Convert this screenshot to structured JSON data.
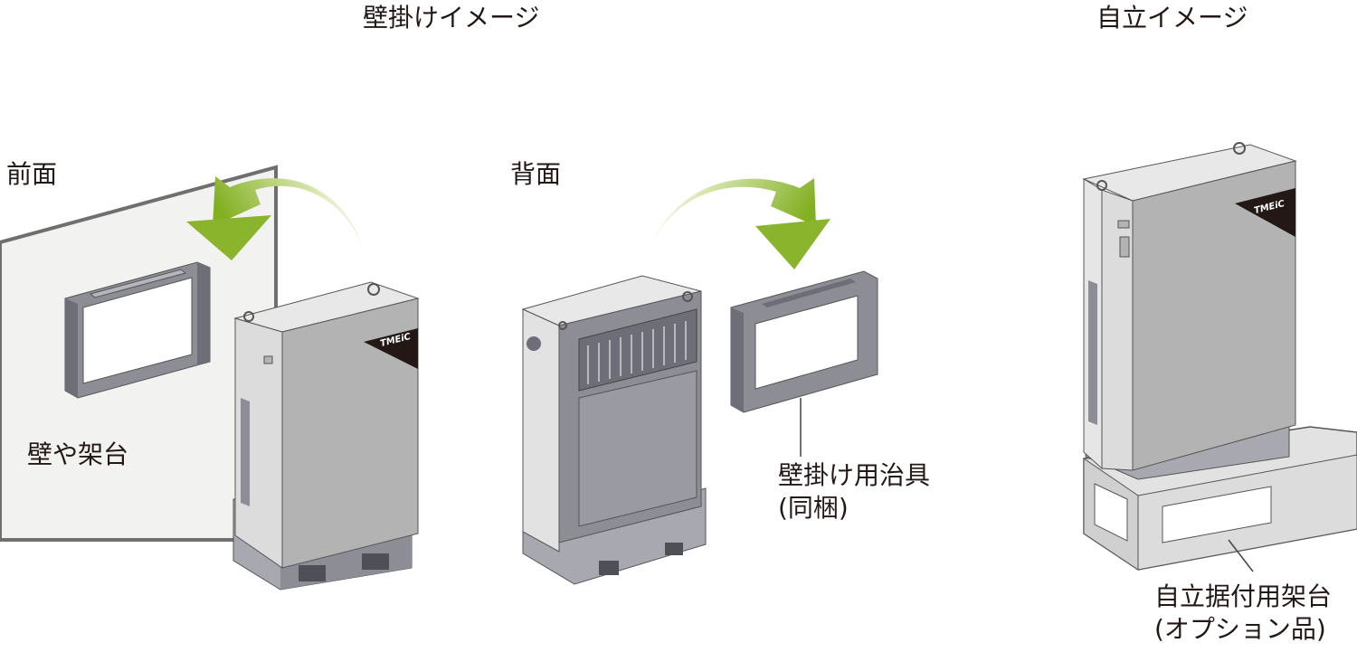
{
  "headings": {
    "wall_mount": "壁掛けイメージ",
    "standalone": "自立イメージ"
  },
  "views": {
    "front": "前面",
    "back": "背面"
  },
  "labels": {
    "wall": "壁や架台",
    "bracket_line1": "壁掛け用治具",
    "bracket_line2": "(同梱)",
    "stand_line1": "自立据付用架台",
    "stand_line2": "(オプション品)"
  },
  "logo": {
    "text": "TMEiC"
  },
  "colors": {
    "arrow_green": "#8ab42b",
    "cabinet_door": "#b3b3b4",
    "cabinet_side": "#dcdcdc",
    "steel": "#8d8d96",
    "wall_fill": "#f2f2f0",
    "wall_edge": "#6f6f6f"
  }
}
